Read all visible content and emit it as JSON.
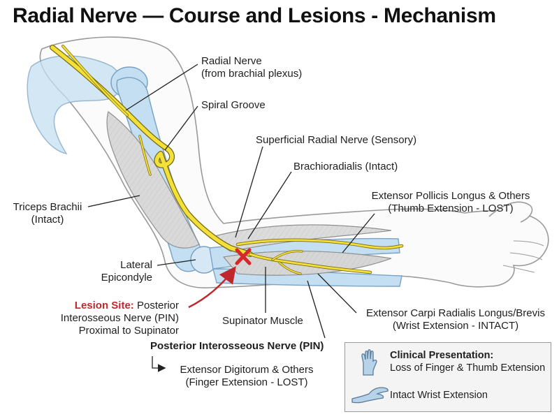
{
  "title": "Radial Nerve — Course and Lesions - Mechanism",
  "labels": {
    "radial_nerve": [
      "Radial Nerve",
      "(from brachial plexus)"
    ],
    "spiral_groove": "Spiral Groove",
    "superficial_radial": "Superficial Radial Nerve (Sensory)",
    "brachioradialis": "Brachioradialis (Intact)",
    "epl": [
      "Extensor Pollicis Longus & Others",
      "(Thumb Extension - LOST)"
    ],
    "triceps": [
      "Triceps Brachii",
      "(Intact)"
    ],
    "lateral_epicondyle": [
      "Lateral",
      "Epicondyle"
    ],
    "lesion_site": {
      "key": "Lesion Site:",
      "line1": "Posterior",
      "line2": "Interosseous Nerve (PIN)",
      "line3": "Proximal to Supinator"
    },
    "supinator": "Supinator Muscle",
    "ecrl": [
      "Extensor Carpi Radialis Longus/Brevis",
      "(Wrist Extension - INTACT)"
    ],
    "pin": "Posterior Interosseous Nerve (PIN)",
    "ext_digitorum": [
      "Extensor Digitorum & Others",
      "(Finger Extension - LOST)"
    ]
  },
  "legend": {
    "heading": "Clinical Presentation:",
    "item1": "Loss of Finger & Thumb Extension",
    "item2": "Intact Wrist Extension"
  },
  "colors": {
    "nerve": "#f3e13a",
    "nerve_outline": "#7a6a10",
    "bone": "#c5dff2",
    "muscle": "#d9d9d9",
    "lesion": "#d62828",
    "arrow": "#c0272d"
  }
}
